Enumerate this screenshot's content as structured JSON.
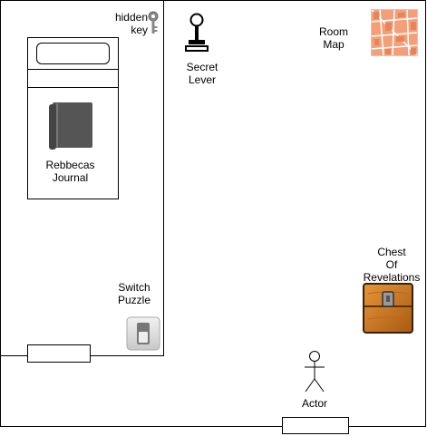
{
  "labels": {
    "hidden_key": [
      "hidden",
      "key"
    ],
    "secret_lever": [
      "Secret",
      "Lever"
    ],
    "room_map": [
      "Room",
      "Map"
    ],
    "journal": [
      "Rebbecas",
      "Journal"
    ],
    "chest": [
      "Chest",
      "Of",
      "Revelations"
    ],
    "switch_puzzle": [
      "Switch",
      "Puzzle"
    ],
    "actor": [
      "Actor"
    ]
  },
  "icons": {
    "hidden_key": "key-icon",
    "secret_lever": "lever-icon",
    "room_map": "map-icon",
    "journal": "book-icon",
    "chest": "treasure-chest-icon",
    "switch_puzzle": "toggle-switch-icon",
    "actor": "stick-figure-icon",
    "bed": "bed-icon"
  },
  "colors": {
    "chest_wood": "#c8741a",
    "map_tone": "#e8845a",
    "book": "#555555"
  }
}
